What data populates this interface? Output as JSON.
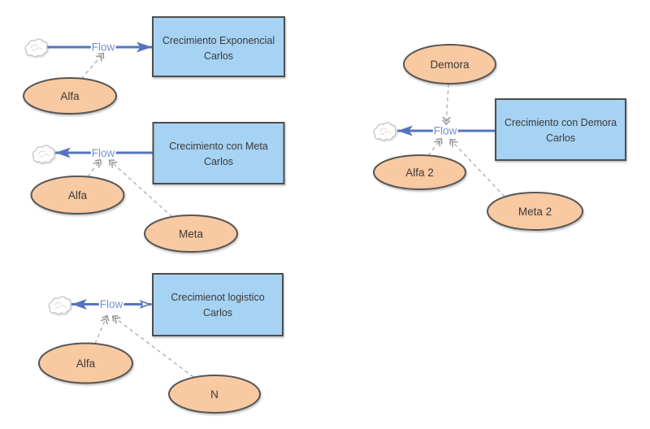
{
  "diagram": {
    "type": "stock-and-flow",
    "background": "#ffffff"
  },
  "colors": {
    "stock_fill": "#a6d2f3",
    "stock_border": "#4d4d4d",
    "variable_fill": "#f9c9a1",
    "variable_border": "#565656",
    "flow_line": "#5673be",
    "flow_label": "#7590d2",
    "link_line": "#b5b5b5",
    "link_arrow": "#969696",
    "cloud_outline": "#c6c6c6",
    "text": "#3a3a3a"
  },
  "models": [
    {
      "id": "crecimiento-exponencial",
      "stock": {
        "line1": "Crecimiento Exponencial",
        "line2": "Carlos"
      },
      "flow": {
        "label": "Flow",
        "direction": "into-stock"
      },
      "variables": [
        {
          "label": "Alfa"
        }
      ]
    },
    {
      "id": "crecimiento-con-meta",
      "stock": {
        "line1": "Crecimiento con Meta",
        "line2": "Carlos"
      },
      "flow": {
        "label": "Flow",
        "direction": "out-of-stock"
      },
      "variables": [
        {
          "label": "Alfa"
        },
        {
          "label": "Meta"
        }
      ]
    },
    {
      "id": "crecimienot-logistico",
      "stock": {
        "line1": "Crecimienot logistico",
        "line2": "Carlos"
      },
      "flow": {
        "label": "Flow",
        "direction": "bidirectional"
      },
      "variables": [
        {
          "label": "Alfa"
        },
        {
          "label": "N"
        }
      ]
    },
    {
      "id": "crecimiento-con-demora",
      "stock": {
        "line1": "Crecimiento con Demora",
        "line2": "Carlos"
      },
      "flow": {
        "label": "Flow",
        "direction": "out-of-stock"
      },
      "variables": [
        {
          "label": "Demora"
        },
        {
          "label": "Alfa 2"
        },
        {
          "label": "Meta 2"
        }
      ]
    }
  ]
}
